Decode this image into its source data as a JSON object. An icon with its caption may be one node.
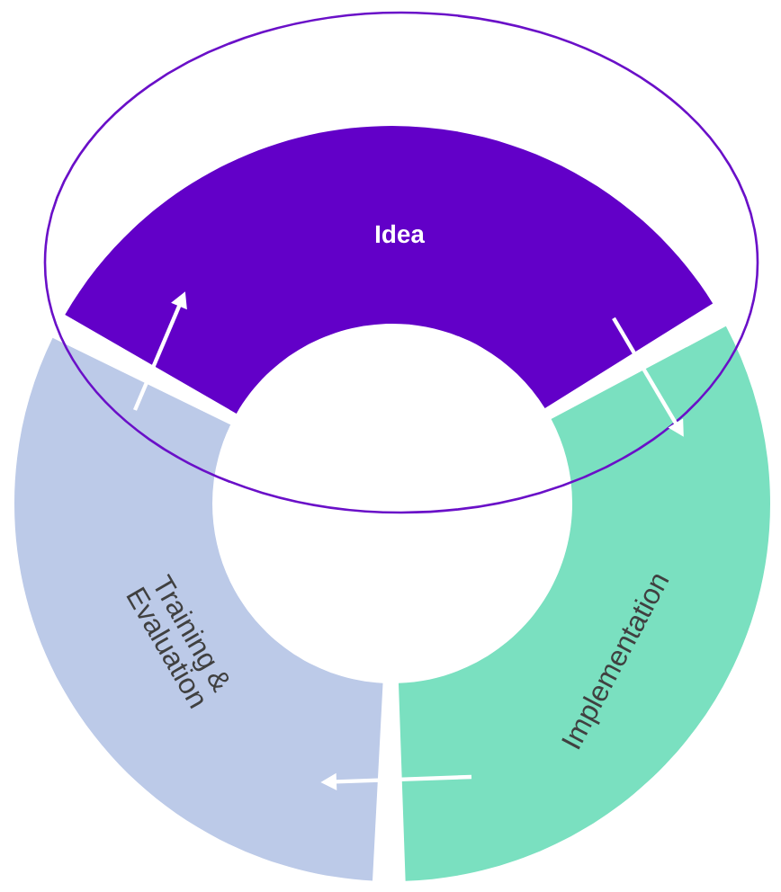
{
  "diagram": {
    "nodes": [
      {
        "text": [
          "Idea"
        ]
      },
      {
        "text": [
          "Implementation"
        ]
      },
      {
        "text": [
          "Training & Evaluation"
        ]
      }
    ],
    "edges": [
      {
        "from": 2,
        "to": 0,
        "arrow": "to"
      },
      {
        "from": 0,
        "to": 1,
        "arrow": "to"
      },
      {
        "from": 1,
        "to": 2,
        "arrow": "to"
      }
    ]
  }
}
